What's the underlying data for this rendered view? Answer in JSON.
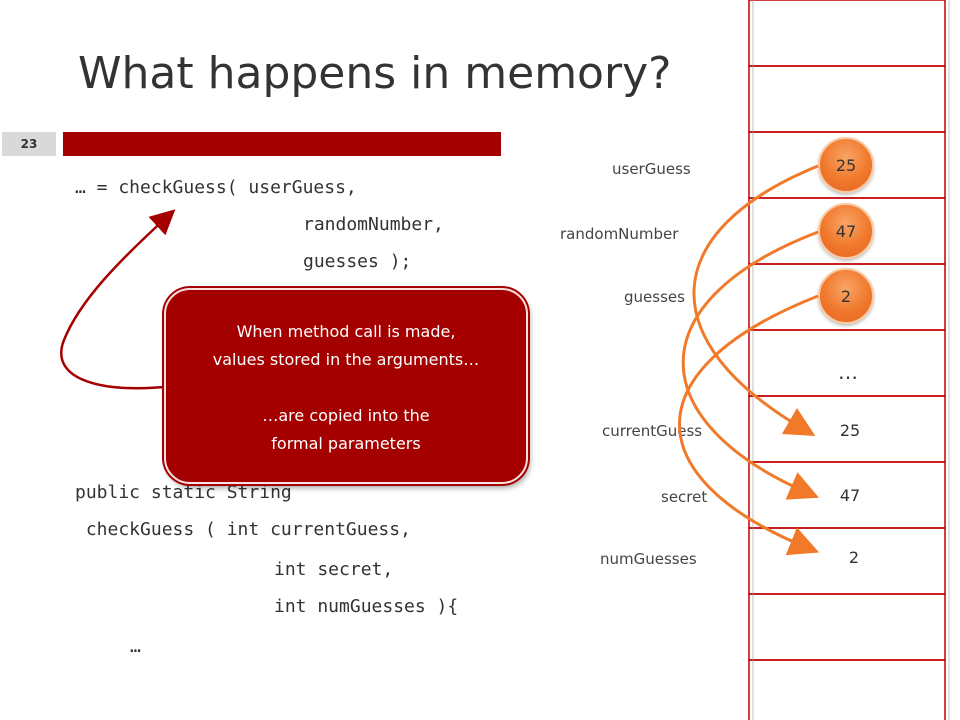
{
  "slide": {
    "title": "What happens in memory?",
    "number": "23"
  },
  "code": {
    "call": [
      "… = checkGuess( userGuess,",
      "randomNumber,",
      "guesses );"
    ],
    "declaration": [
      "public static String",
      " checkGuess ( int currentGuess,",
      "int secret,",
      "int numGuesses ){",
      "…"
    ]
  },
  "callout": {
    "lines": [
      "When method call is made,",
      "values stored in the arguments…",
      "…are copied into the",
      "formal parameters"
    ]
  },
  "memory": {
    "arguments": [
      {
        "label": "userGuess",
        "value": "25"
      },
      {
        "label": "randomNumber",
        "value": "47"
      },
      {
        "label": "guesses",
        "value": "2"
      }
    ],
    "ellipsis": "…",
    "parameters": [
      {
        "label": "currentGuess",
        "value": "25"
      },
      {
        "label": "secret",
        "value": "47"
      },
      {
        "label": "numGuesses",
        "value": "2"
      }
    ]
  },
  "colors": {
    "accent": "#a50000",
    "arrow": "#f07a2a",
    "memory_cell_border": "#c00000",
    "ball": "#f0782c"
  }
}
